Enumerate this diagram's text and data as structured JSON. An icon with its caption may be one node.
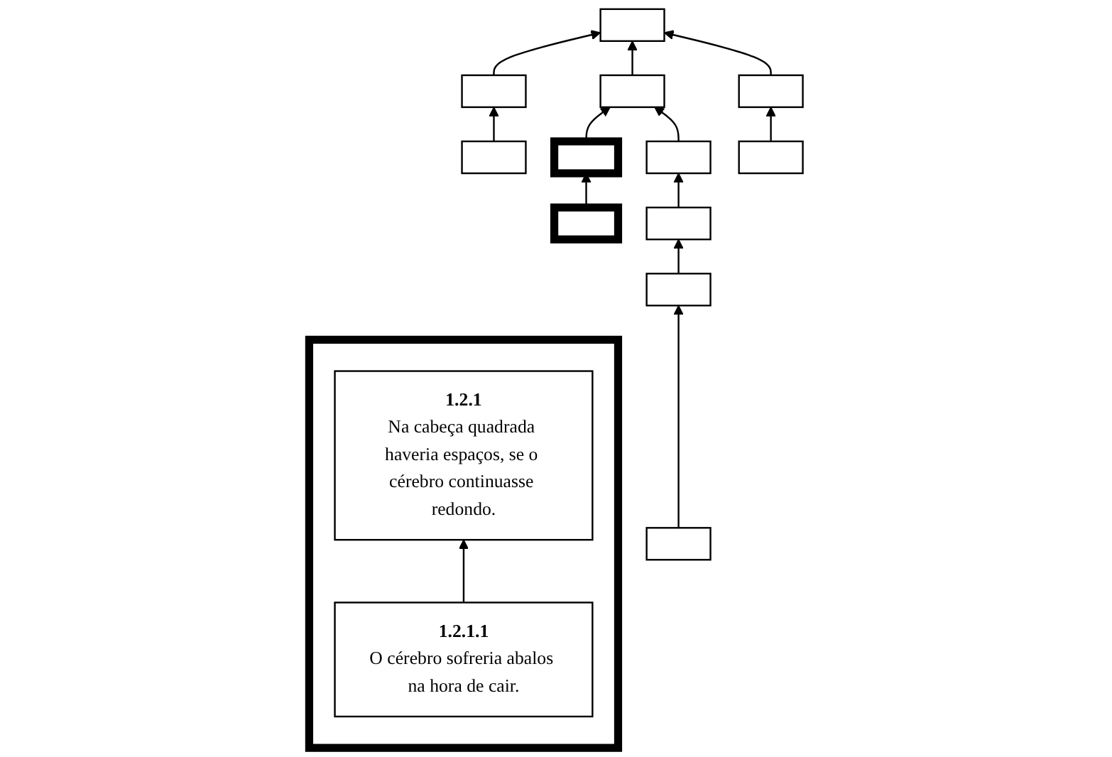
{
  "diagram": {
    "nodes": [
      {
        "text": [],
        "shape": "box"
      },
      {
        "text": [],
        "shape": "box"
      },
      {
        "text": [],
        "shape": "box"
      },
      {
        "text": [],
        "shape": "box"
      },
      {
        "text": [],
        "shape": "box"
      },
      {
        "text": [],
        "shape": "box"
      },
      {
        "text": [],
        "shape": "box"
      },
      {
        "text": [],
        "shape": "box"
      },
      {
        "text": [],
        "shape": "box"
      },
      {
        "text": [],
        "shape": "box"
      },
      {
        "text": [],
        "shape": "box"
      },
      {
        "text": [],
        "shape": "box"
      },
      {
        "text": [],
        "shape": "box"
      },
      {
        "text": [
          "1.2.1",
          "Na cabeça quadrada haveria espaços, se o cérebro continuasse redondo."
        ],
        "in": 12
      },
      {
        "text": [
          "1.2.1.1",
          "O cérebro sofreria abalos na hora de cair."
        ],
        "in": 12
      }
    ],
    "edges": [
      {
        "from": 1,
        "to": 0,
        "arrow": "to"
      },
      {
        "from": 2,
        "to": 0,
        "arrow": "to"
      },
      {
        "from": 3,
        "to": 0,
        "arrow": "to"
      },
      {
        "from": 4,
        "to": 1,
        "arrow": "to"
      },
      {
        "from": 5,
        "to": 2,
        "arrow": "to"
      },
      {
        "from": 6,
        "to": 2,
        "arrow": "to"
      },
      {
        "from": 7,
        "to": 3,
        "arrow": "to"
      },
      {
        "from": 8,
        "to": 5,
        "arrow": "to"
      },
      {
        "from": 9,
        "to": 6,
        "arrow": "to"
      },
      {
        "from": 10,
        "to": 9,
        "arrow": "to"
      },
      {
        "from": 11,
        "to": 10,
        "arrow": "to"
      },
      {
        "from": 14,
        "to": 13,
        "arrow": "to"
      }
    ]
  }
}
